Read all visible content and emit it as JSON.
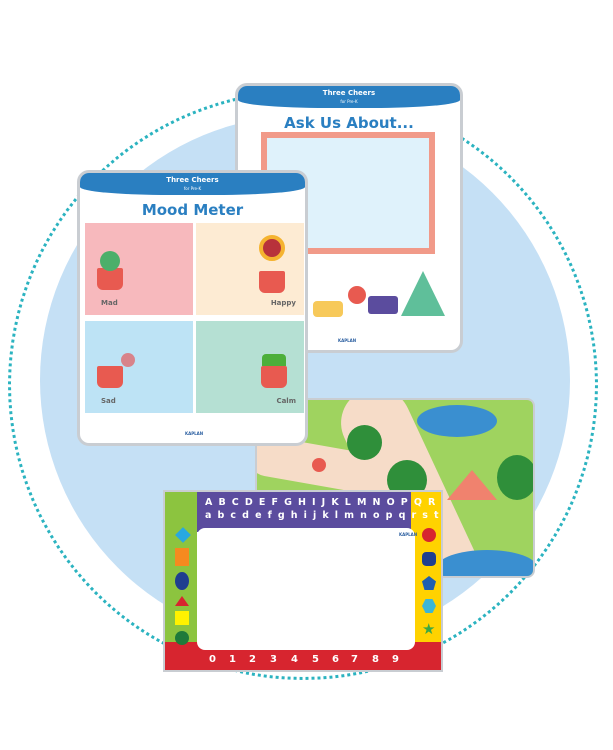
{
  "ask_card": {
    "brand": "Three Cheers",
    "brand_sub": "for Pre-K",
    "title": "Ask Us About...",
    "publisher": "KAPLAN"
  },
  "mood_card": {
    "brand": "Three Cheers",
    "brand_sub": "for Pre-K",
    "title": "Mood Meter",
    "publisher": "KAPLAN",
    "moods": [
      {
        "label": "Mad",
        "color": "#f7b9bd"
      },
      {
        "label": "Happy",
        "color": "#fdebd3"
      },
      {
        "label": "Sad",
        "color": "#bde3f5"
      },
      {
        "label": "Calm",
        "color": "#b5e0d3"
      }
    ]
  },
  "alphabet_mat": {
    "uppercase": "A B C D E F G H I J K L M N O P Q R S T U V W X Y Z",
    "lowercase": "a b c d e f g h i j k l m n o p q r s t u v w x y z",
    "numbers": [
      "0",
      "1",
      "2",
      "3",
      "4",
      "5",
      "6",
      "7",
      "8",
      "9"
    ],
    "publisher": "KAPLAN"
  },
  "colors": {
    "background_circle": "#c5e0f5",
    "dotted_ring": "#2bb3c0",
    "banner": "#2a7fc1",
    "mat_top": "#5b4c9e",
    "mat_bottom": "#d7252f",
    "mat_left": "#8cc43f",
    "mat_right": "#ffd200"
  }
}
